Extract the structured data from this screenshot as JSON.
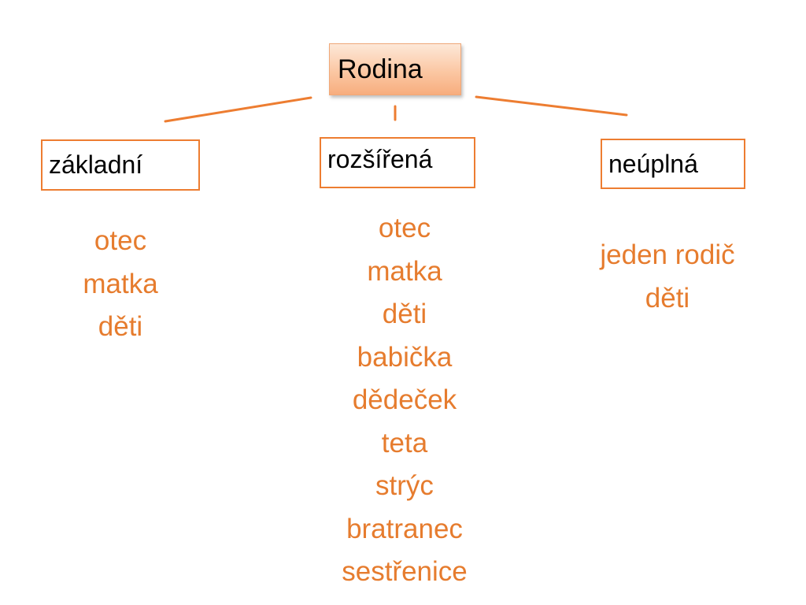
{
  "diagram": {
    "root": {
      "label": "Rodina"
    },
    "branches": [
      {
        "label": "základní",
        "members": [
          "otec",
          "matka",
          "děti"
        ]
      },
      {
        "label": "rozšířená",
        "members": [
          "otec",
          "matka",
          "děti",
          "babička",
          "dědeček",
          "teta",
          "strýc",
          "bratranec",
          "sestřenice"
        ]
      },
      {
        "label": "neúplná",
        "members": [
          "jeden rodič",
          "děti"
        ]
      }
    ]
  },
  "colors": {
    "accent": "#ed7d31",
    "member_text": "#e67c2e",
    "root_fill": "#fbc7a3"
  }
}
